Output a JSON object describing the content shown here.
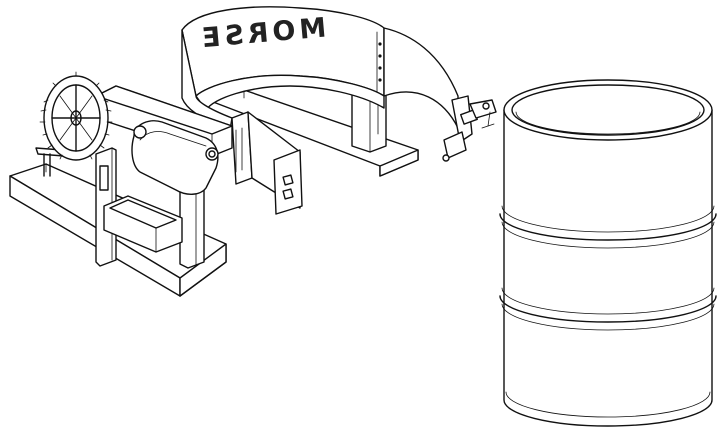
{
  "diagram": {
    "brand_text": "MORSE",
    "parts": [
      "drum-handler",
      "drum"
    ]
  }
}
